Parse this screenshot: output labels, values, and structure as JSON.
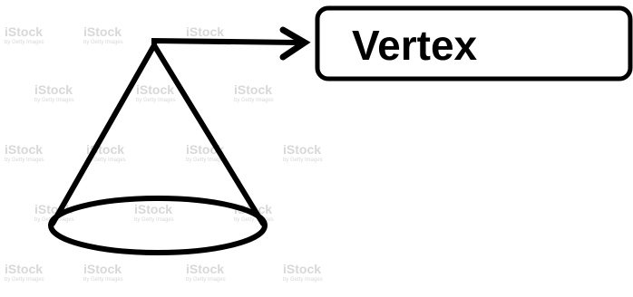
{
  "diagram": {
    "vertex_label": "Vertex",
    "stroke_color": "#000000",
    "background_color": "#ffffff"
  },
  "watermark": {
    "brand": "iStock",
    "byline": "by Getty Images",
    "color": "#d8d8d8"
  }
}
